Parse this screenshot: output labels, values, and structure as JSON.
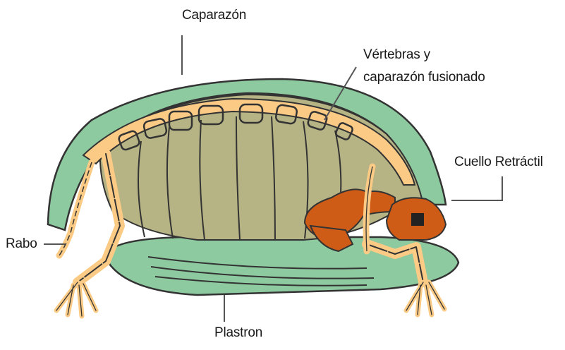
{
  "labels": {
    "carapace": "Caparazón",
    "vertebrae_line1": "Vértebras y",
    "vertebrae_line2": "caparazón fusionado",
    "neck": "Cuello Retráctil",
    "tail": "Rabo",
    "plastron": "Plastron"
  },
  "colors": {
    "shell_green": "#8dcaa0",
    "bone": "#fbcb86",
    "interior": "#b6b384",
    "neck_orange": "#cf5c16",
    "outline": "#333333",
    "leader_line": "#555555"
  }
}
